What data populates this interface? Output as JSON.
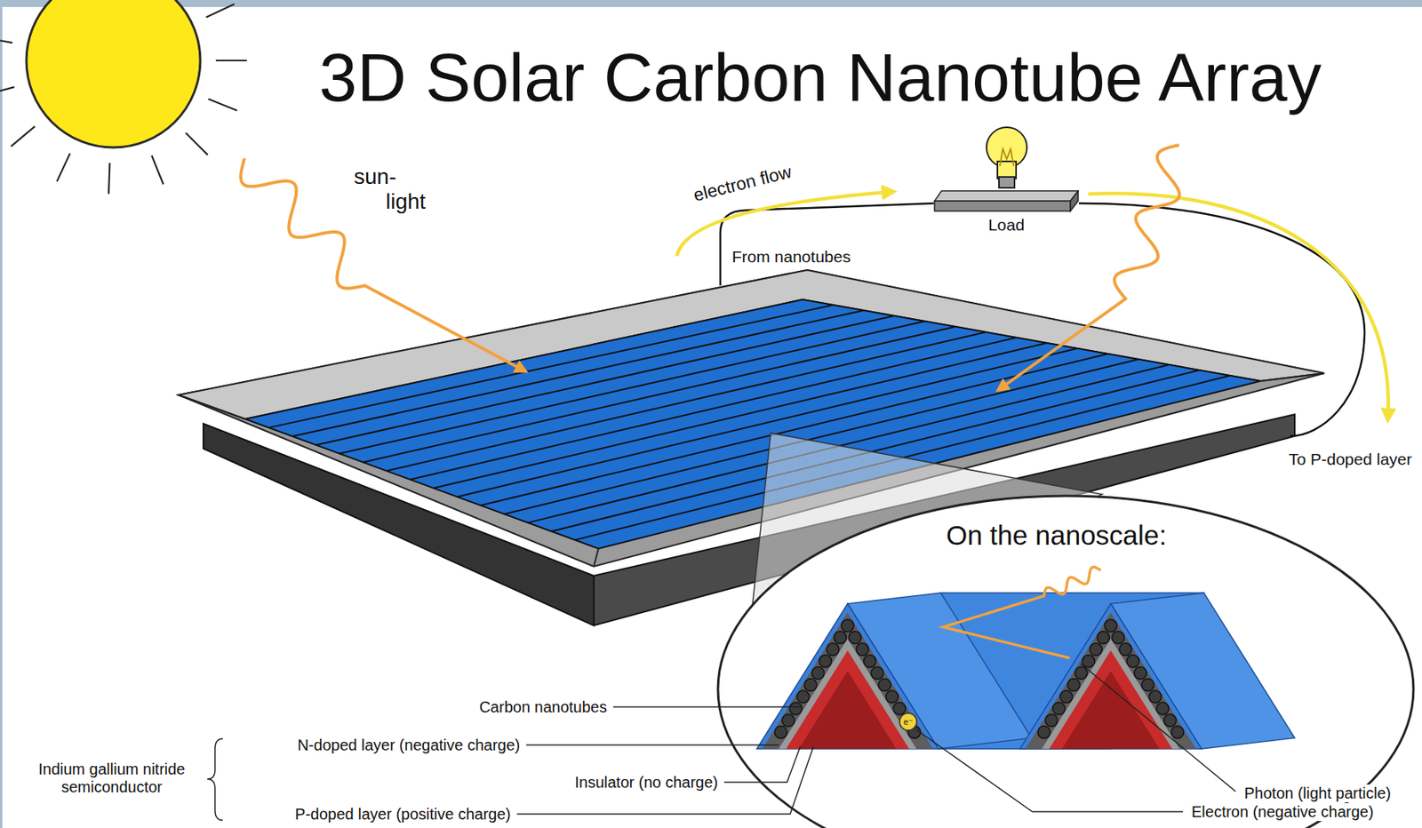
{
  "diagram": {
    "title": "3D Solar Carbon Nanotube Array",
    "nodes": [
      {
        "text": [
          "Load"
        ]
      }
    ],
    "labels": [
      "sun- light",
      "electron flow",
      "From nanotubes",
      "To P-doped layer",
      "On the nanoscale:",
      "Carbon nanotubes",
      "N-doped layer (negative charge)",
      "Insulator (no charge)",
      "P-doped layer (positive charge)",
      "Indium gallium nitride semiconductor",
      "Photon (light particle)",
      "Electron (negative charge)",
      "e⁻"
    ]
  }
}
